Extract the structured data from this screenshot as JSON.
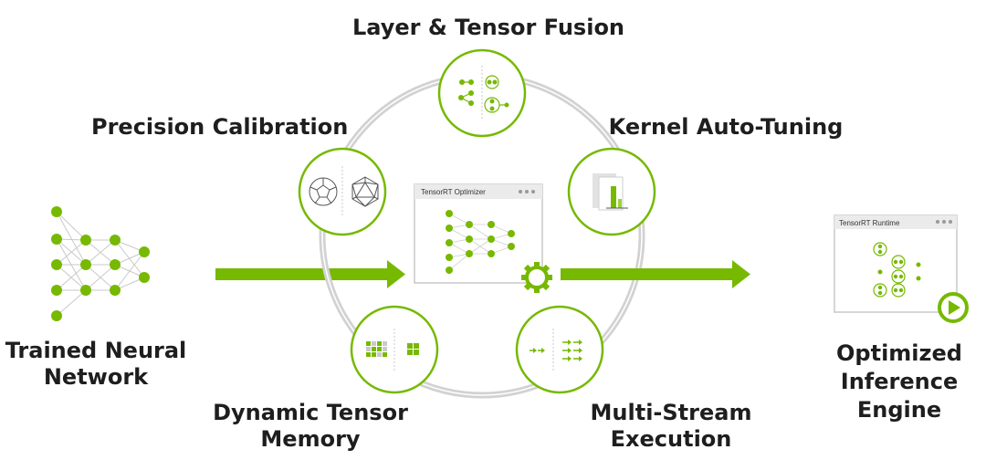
{
  "labels": {
    "layer_fusion": "Layer & Tensor Fusion",
    "precision": "Precision Calibration",
    "kernel": "Kernel Auto-Tuning",
    "trained_line1": "Trained Neural",
    "trained_line2": "Network",
    "dynamic_line1": "Dynamic Tensor",
    "dynamic_line2": "Memory",
    "multi_line1": "Multi-Stream",
    "multi_line2": "Execution",
    "optimized_line1": "Optimized",
    "optimized_line2": "Inference",
    "optimized_line3": "Engine"
  },
  "windows": {
    "optimizer_title": "TensorRT Optimizer",
    "runtime_title": "TensorRT Runtime"
  },
  "colors": {
    "accent": "#76b900",
    "ring": "#cfcfcf",
    "text": "#1e1e1e"
  }
}
